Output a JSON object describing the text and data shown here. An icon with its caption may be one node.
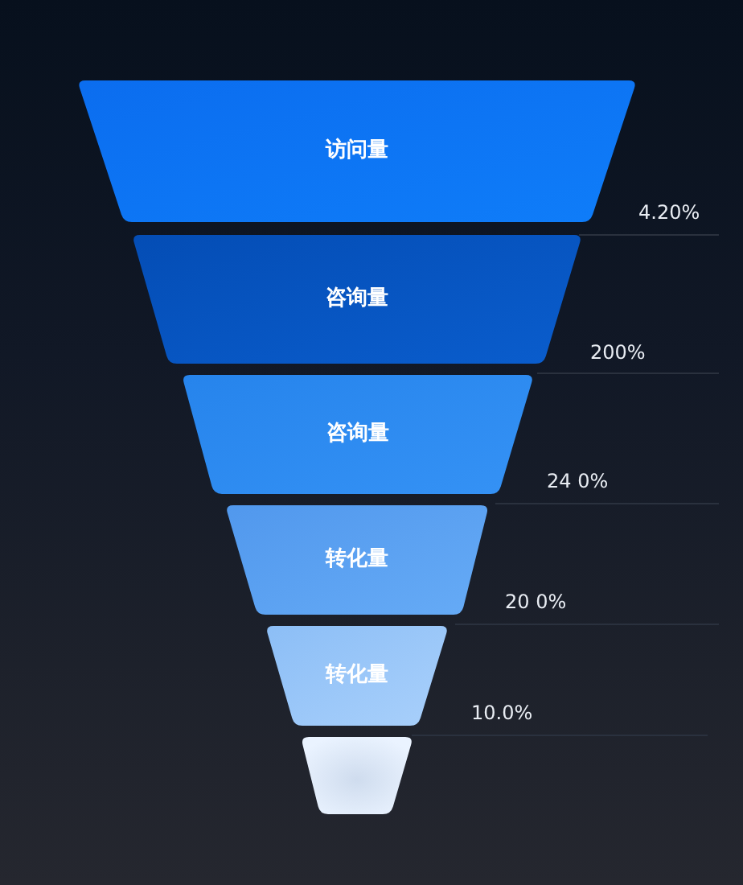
{
  "diagram": {
    "nodes": [
      {
        "text": [
          "访问量"
        ],
        "beside": [
          "4.20%"
        ]
      },
      {
        "text": [
          "咨询量"
        ],
        "beside": [
          "200%"
        ]
      },
      {
        "text": [
          "咨询量"
        ],
        "beside": [
          "24 0%"
        ]
      },
      {
        "text": [
          "转化量"
        ],
        "beside": [
          "20 0%"
        ]
      },
      {
        "text": [
          "转化量"
        ],
        "beside": [
          "10.0%"
        ]
      },
      {
        "text": [],
        "shape": "trapezoid"
      }
    ]
  }
}
